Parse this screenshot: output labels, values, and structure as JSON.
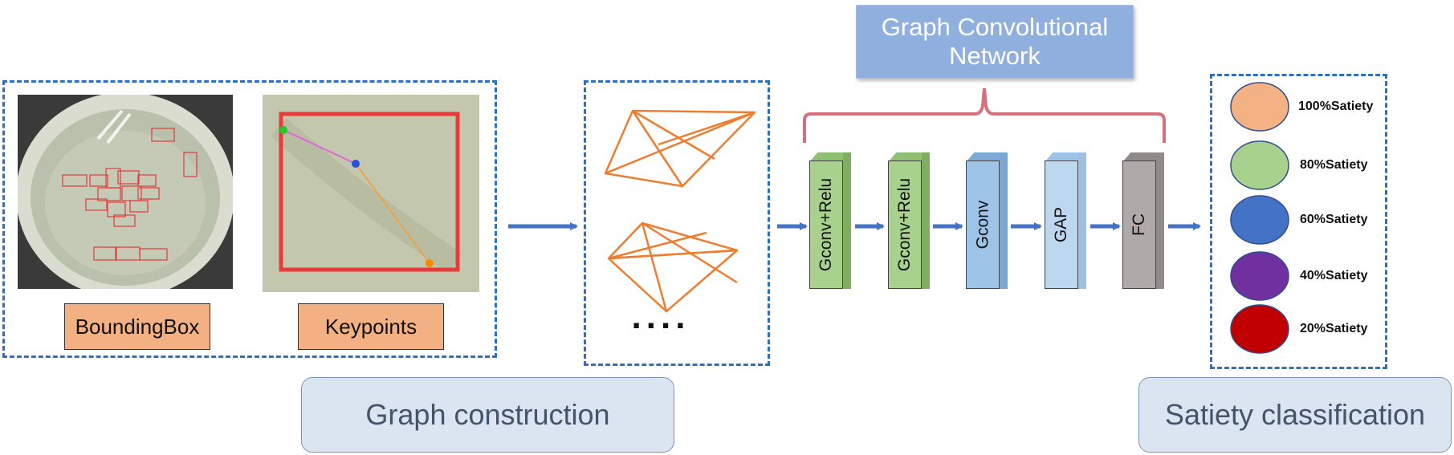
{
  "input_panel": {
    "bbox_label": "BoundingBox",
    "keypoints_label": "Keypoints"
  },
  "graph_panel": {
    "ellipsis": "...."
  },
  "gcn": {
    "title_line1": "Graph Convolutional",
    "title_line2": "Network",
    "layers": [
      {
        "label": "Gconv+Relu",
        "color": "#a9d18e"
      },
      {
        "label": "Gconv+Relu",
        "color": "#a9d18e"
      },
      {
        "label": "Gconv",
        "color": "#9dc3e6"
      },
      {
        "label": "GAP",
        "color": "#bdd7ee"
      },
      {
        "label": "FC",
        "color": "#aeaaaa"
      }
    ]
  },
  "classes": [
    {
      "label": "100%Satiety",
      "color": "#f4b183"
    },
    {
      "label": "80%Satiety",
      "color": "#a9d18e"
    },
    {
      "label": "60%Satiety",
      "color": "#4472c4"
    },
    {
      "label": "40%Satiety",
      "color": "#7030a0"
    },
    {
      "label": "20%Satiety",
      "color": "#c00000"
    }
  ],
  "stages": {
    "graph_construction": "Graph construction",
    "satiety_classification": "Satiety classification"
  },
  "colors": {
    "dashed_border": "#2f6fbf",
    "arrow": "#4472c4",
    "brace": "#d6707a",
    "graph_edges": "#ed7d31"
  }
}
